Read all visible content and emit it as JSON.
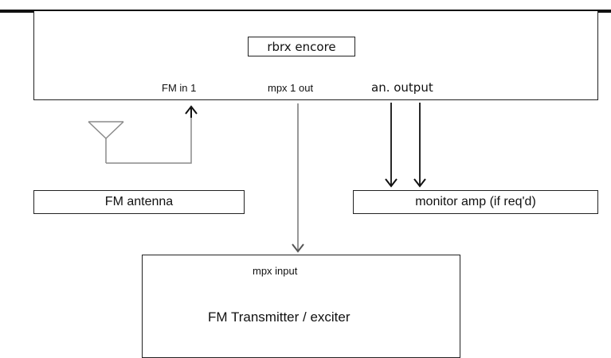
{
  "diagram": {
    "main_unit": {
      "name": "rbrx encore",
      "ports": {
        "fm_in": "FM in 1",
        "mpx_out": "mpx 1 out",
        "an_output": "an. output"
      }
    },
    "antenna_label": "FM antenna",
    "monitor_label": "monitor amp (if req'd)",
    "transmitter": {
      "input_label": "mpx input",
      "name": "FM Transmitter / exciter"
    },
    "colors": {
      "line_black": "#111111",
      "line_gray": "#777777",
      "antenna_gray": "#8a8a8a"
    }
  }
}
